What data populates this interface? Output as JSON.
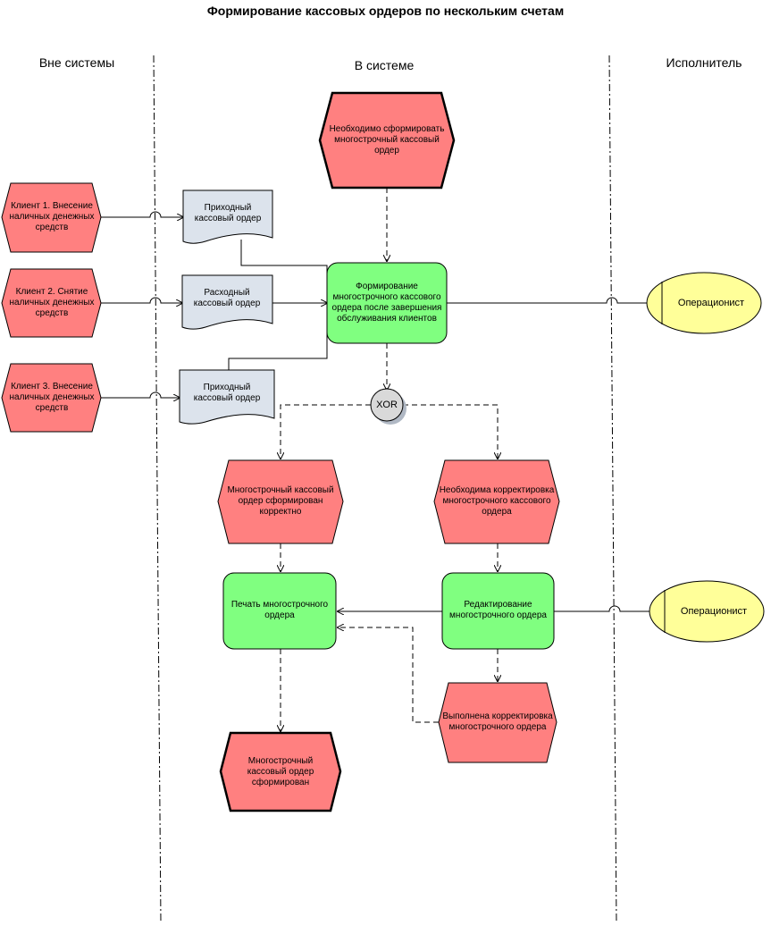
{
  "title": "Формирование кассовых ордеров по нескольким счетам",
  "lanes": {
    "outside": "Вне системы",
    "inside": "В системе",
    "performer": "Исполнитель"
  },
  "events": {
    "start": "Необходимо сформировать многострочный кассовый ордер",
    "client1": "Клиент 1. Внесение наличных денежных средств",
    "client2": "Клиент 2. Снятие наличных денежных средств",
    "client3": "Клиент 3. Внесение наличных денежных средств",
    "correct": "Многострочный кассовый ордер сформирован корректно",
    "needfix": "Необходима корректировка многострочного кассового ордера",
    "fixdone": "Выполнена корректировка многострочного ордера",
    "end": "Многострочный кассовый ордер сформирован"
  },
  "documents": {
    "doc1": "Приходный кассовый ордер",
    "doc2": "Расходный кассовый ордер",
    "doc3": "Приходный кассовый ордер"
  },
  "functions": {
    "form": "Формирование многострочного кассового ордера после завершения обслуживания клиентов",
    "print": "Печать многострочного ордера",
    "edit": "Редактирование многострочного ордера"
  },
  "gateway": "XOR",
  "roles": {
    "role1": "Операционист",
    "role2": "Операционист"
  },
  "colors": {
    "event": "#ff8080",
    "function": "#80ff80",
    "document": "#dce3ec",
    "role": "#ffff99",
    "gateway": "#d9d9d9"
  }
}
